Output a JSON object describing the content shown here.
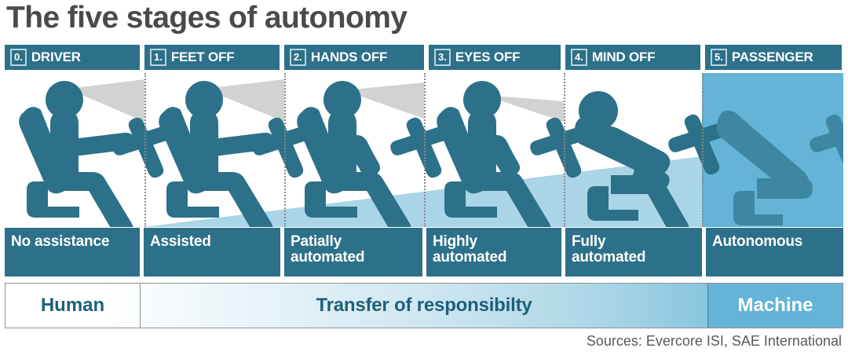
{
  "title": "The five stages of autonomy",
  "colors": {
    "dark_teal": "#2d7089",
    "mid_blue": "#63b4d6",
    "light_blue": "#a9d5e6",
    "gaze_gray": "#d2d2d2",
    "title_gray": "#4a4a4a",
    "text_blue": "#1f6079"
  },
  "stages": [
    {
      "number": "0.",
      "label": "DRIVER",
      "descriptor": [
        "No assistance"
      ],
      "figure": "driver-hands-on-wheel"
    },
    {
      "number": "1.",
      "label": "FEET OFF",
      "descriptor": [
        "Assisted"
      ],
      "figure": "driver-hands-on-wheel"
    },
    {
      "number": "2.",
      "label": "HANDS OFF",
      "descriptor": [
        "Patially",
        "automated"
      ],
      "figure": "driver-hands-in-lap"
    },
    {
      "number": "3.",
      "label": "EYES OFF",
      "descriptor": [
        "Highly",
        "automated"
      ],
      "figure": "driver-hands-in-lap"
    },
    {
      "number": "4.",
      "label": "MIND OFF",
      "descriptor": [
        "Fully",
        "automated"
      ],
      "figure": "driver-reclined-asleep"
    },
    {
      "number": "5.",
      "label": "PASSENGER",
      "descriptor": [
        "Autonomous"
      ],
      "figure": "empty-reclined-seat"
    }
  ],
  "responsibility": {
    "left_label": "Human",
    "middle_label": "Transfer of responsibilty",
    "right_label": "Machine"
  },
  "sources": "Sources: Evercore ISI, SAE International"
}
